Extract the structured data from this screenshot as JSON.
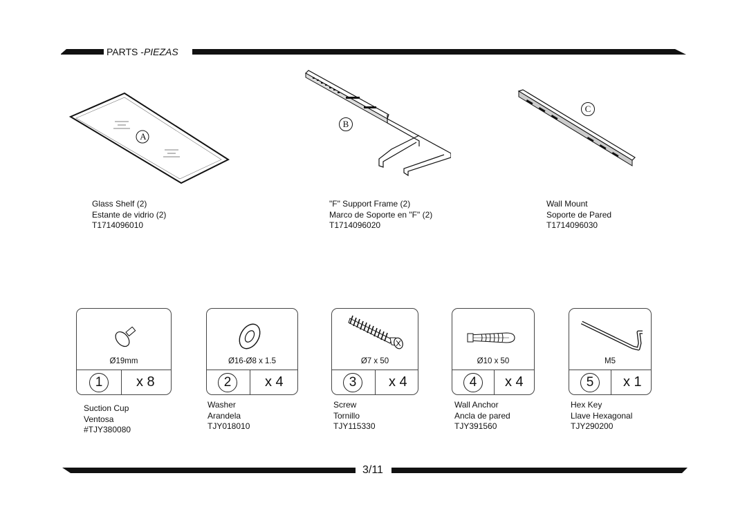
{
  "header": {
    "title": "PARTS -",
    "title_italic": "PIEZAS"
  },
  "parts": [
    {
      "letter": "A",
      "lines": [
        "Glass Shelf (2)",
        "Estante de vidrio (2)",
        "T1714096010"
      ]
    },
    {
      "letter": "B",
      "lines": [
        "\"F\" Support Frame (2)",
        "Marco de Soporte en \"F\" (2)",
        "T1714096020"
      ]
    },
    {
      "letter": "C",
      "lines": [
        "Wall Mount",
        "Soporte de Pared",
        "T1714096030"
      ]
    }
  ],
  "hardware": [
    {
      "spec": "Ø19mm",
      "number": "1",
      "qty": "x 8",
      "lines": [
        "Suction Cup",
        "Ventosa",
        "#TJY380080"
      ]
    },
    {
      "spec": "Ø16-Ø8 x 1.5",
      "number": "2",
      "qty": "x 4",
      "lines": [
        "Washer",
        "Arandela",
        "TJY018010"
      ]
    },
    {
      "spec": "Ø7 x 50",
      "number": "3",
      "qty": "x 4",
      "lines": [
        "Screw",
        "Tornillo",
        "TJY115330"
      ]
    },
    {
      "spec": "Ø10 x 50",
      "number": "4",
      "qty": "x 4",
      "lines": [
        "Wall Anchor",
        "Ancla de pared",
        "TJY391560"
      ]
    },
    {
      "spec": "M5",
      "number": "5",
      "qty": "x 1",
      "lines": [
        "Hex Key",
        "Llave Hexagonal",
        "TJY290200"
      ]
    }
  ],
  "footer": {
    "page": "3/11"
  }
}
